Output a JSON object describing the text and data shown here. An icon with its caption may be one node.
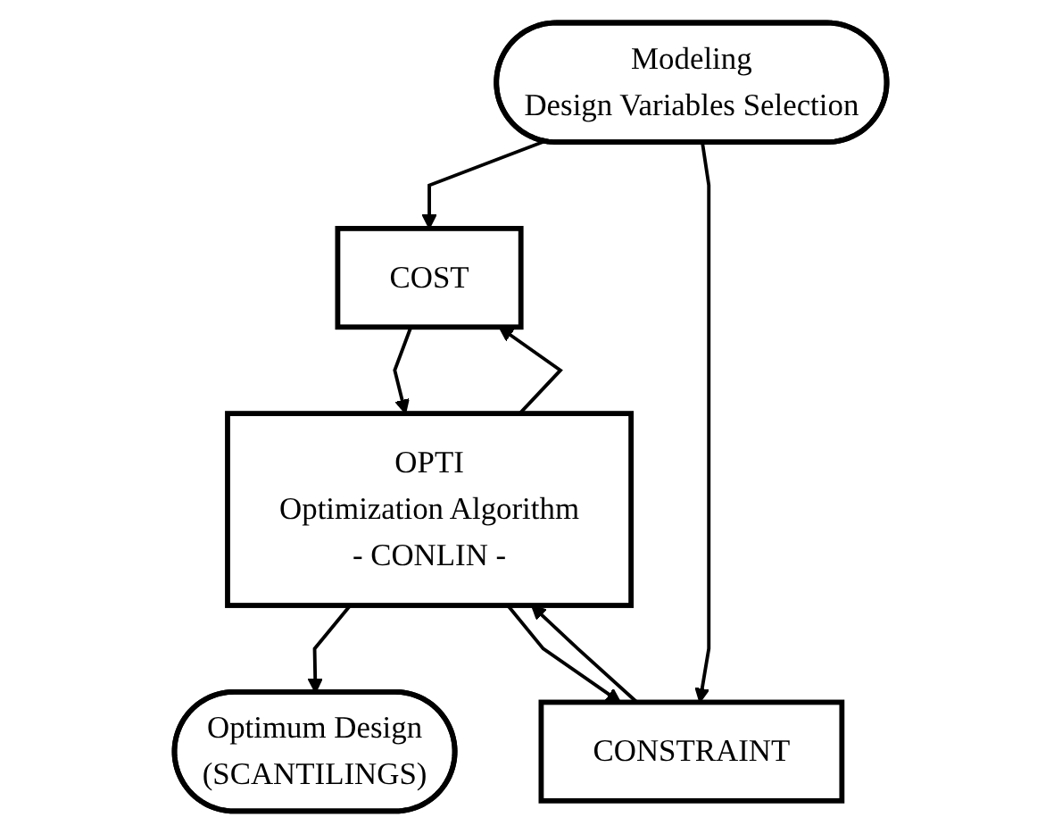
{
  "diagram": {
    "nodes": [
      {
        "text": [
          "Modeling",
          "Design Variables Selection"
        ]
      },
      {
        "text": [
          "COST"
        ]
      },
      {
        "text": [
          "CONSTRAINT"
        ]
      },
      {
        "text": [
          "OPTI",
          "Optimization Algorithm",
          "- CONLIN -"
        ]
      },
      {
        "text": [
          "Optimum Design",
          "(SCANTILINGS)"
        ]
      }
    ],
    "edges": [
      {
        "from": 0,
        "to": 1,
        "arrow": "to"
      },
      {
        "from": 0,
        "to": 2,
        "arrow": "to"
      },
      {
        "from": 1,
        "to": 3,
        "arrow": "to"
      },
      {
        "from": 2,
        "to": 3,
        "arrow": "to"
      },
      {
        "from": 3,
        "to": 4,
        "arrow": "to"
      },
      {
        "from": 3,
        "to": 1,
        "arrow": "to"
      },
      {
        "from": 3,
        "to": 2,
        "arrow": "to"
      }
    ]
  }
}
